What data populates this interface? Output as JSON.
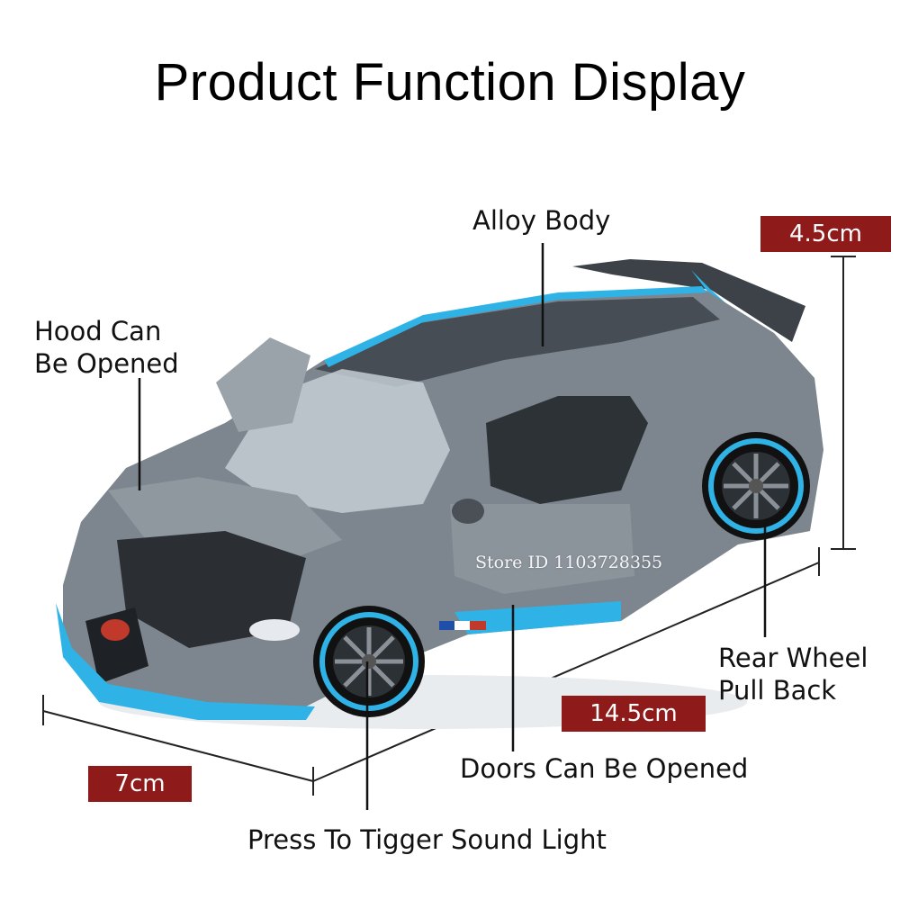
{
  "title": "Product Function Display",
  "labels": {
    "alloy_body": "Alloy Body",
    "hood_line1": "Hood Can",
    "hood_line2": "Be Opened",
    "rear_wheel_line1": "Rear Wheel",
    "rear_wheel_line2": "Pull Back",
    "doors": "Doors Can Be Opened",
    "sound_light": "Press To Tigger Sound Light"
  },
  "dimensions": {
    "height": "4.5cm",
    "length": "14.5cm",
    "width": "7cm"
  },
  "watermark": "Store ID 1103728355",
  "colors": {
    "dimension_badge": "#8e1a1a",
    "car_body": "#7d858e",
    "car_accent": "#2fb3e6"
  }
}
